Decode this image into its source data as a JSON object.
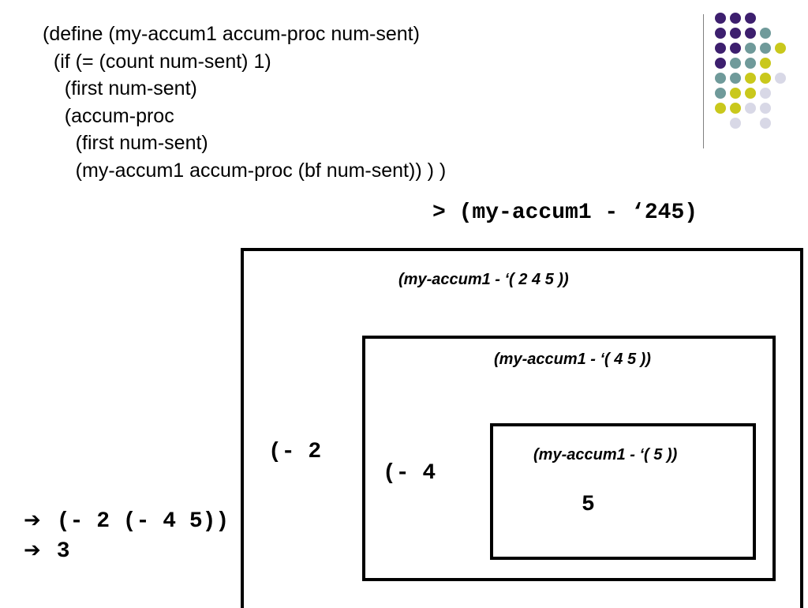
{
  "code": {
    "lines": [
      "(define (my-accum1 accum-proc num-sent)",
      "  (if (= (count num-sent) 1)",
      "    (first num-sent)",
      "    (accum-proc",
      "      (first num-sent)",
      "      (my-accum1 accum-proc (bf num-sent)) ) )"
    ]
  },
  "decoration": {
    "dot_colors": {
      "purple": "#3d1f6e",
      "teal": "#6f9a9a",
      "yellow": "#c9c81c",
      "lavender": "#d8d8e6"
    }
  },
  "prompt": "> (my-accum1 - ‘245)",
  "frames": [
    {
      "call": "(my-accum1 - ‘( 2 4 5 ))",
      "operation": "(- 2"
    },
    {
      "call": "(my-accum1 - ‘( 4 5 ))",
      "operation": "(- 4"
    },
    {
      "call": "(my-accum1 - ‘( 5 ))",
      "value": "5"
    }
  ],
  "results": [
    {
      "arrow": "➔",
      "text": "(- 2 (- 4 5))"
    },
    {
      "arrow": "➔",
      "text": "3"
    }
  ]
}
